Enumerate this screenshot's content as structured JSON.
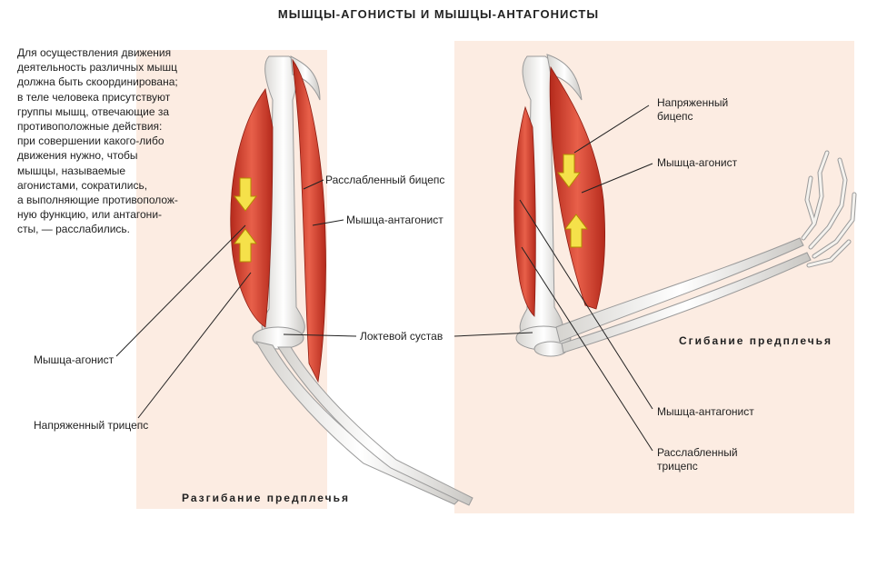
{
  "title": "МЫШЦЫ-АГОНИСТЫ И МЫШЦЫ-АНТАГОНИСТЫ",
  "intro": "Для осуществления движения\nдеятельность различных мышц\nдолжна быть скоординирована;\nв теле человека присутствуют\nгруппы мышц, отвечающие за\nпротивоположные действия:\nпри совершении какого-либо\nдвижения нужно, чтобы\nмышцы, называемые\nагонистами, сократились,\nа выполняющие противополож-\nную функцию, или антагони-\nсты, — расслабились.",
  "labels": {
    "relaxed_biceps": "Расслабленный бицепс",
    "antagonist_left": "Мышца-антагонист",
    "elbow_joint": "Локтевой сустав",
    "agonist_left": "Мышца-агонист",
    "tense_triceps": "Напряженный трицепс",
    "tense_biceps": "Напряженный\nбицепс",
    "agonist_right": "Мышца-агонист",
    "antagonist_right": "Мышца-антагонист",
    "relaxed_triceps": "Расслабленный\nтрицепс"
  },
  "captions": {
    "extension": "Разгибание предплечья",
    "flexion": "Сгибание предплечья"
  },
  "colors": {
    "muscle": "#d9402e",
    "muscle_dark": "#b52a1c",
    "bone": "#f4f2ee",
    "bone_edge": "#9a9a9a",
    "skin_bg": "#fbe6d8",
    "arrow": "#f5e14a"
  }
}
